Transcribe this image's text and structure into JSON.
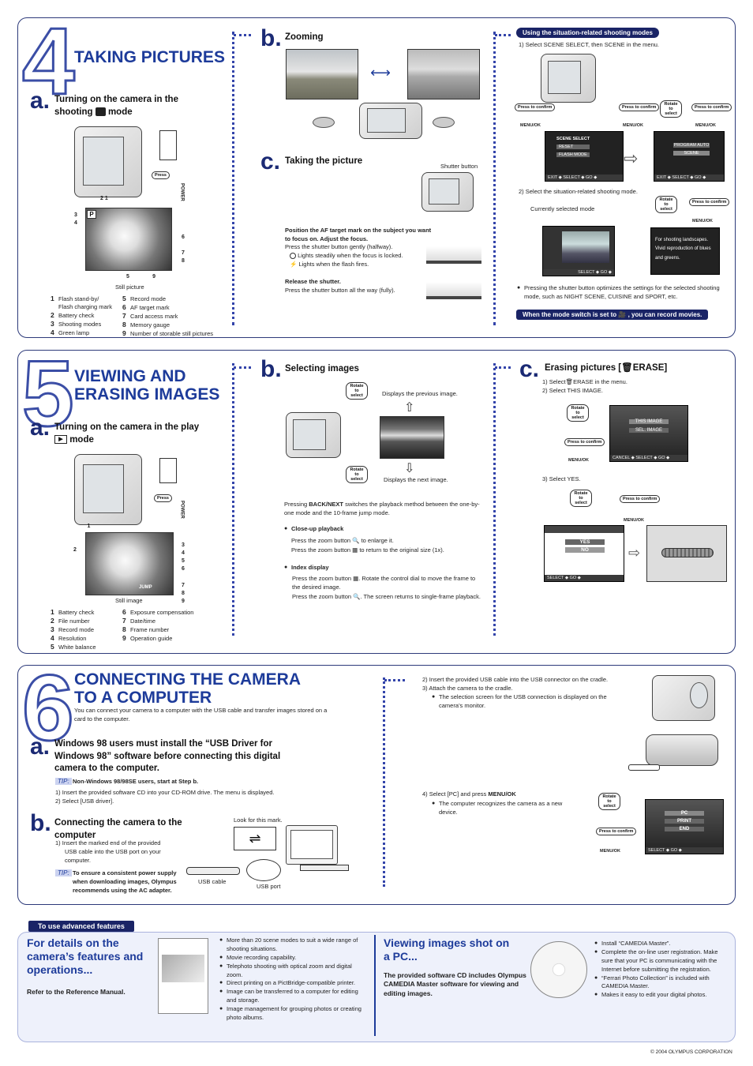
{
  "s4": {
    "num": "4",
    "title": "TAKING PICTURES",
    "a_letter": "a.",
    "a_title": "Turning on the camera in the shooting",
    "a_title2": "mode",
    "still_picture": "Still picture",
    "press": "Press",
    "power": "POWER",
    "legend_left": [
      [
        "1",
        "Flash stand-by/"
      ],
      [
        "",
        "Flash charging mark"
      ],
      [
        "2",
        "Battery check"
      ],
      [
        "3",
        "Shooting modes"
      ],
      [
        "4",
        "Green lamp"
      ]
    ],
    "legend_right": [
      [
        "5",
        "Record mode"
      ],
      [
        "6",
        "AF target mark"
      ],
      [
        "7",
        "Card access mark"
      ],
      [
        "8",
        "Memory gauge"
      ],
      [
        "9",
        "Number of storable still pictures"
      ]
    ],
    "b_letter": "b.",
    "b_title": "Zooming",
    "c_letter": "c.",
    "c_title": "Taking the picture",
    "shutter_button": "Shutter button",
    "c_bold1": "Position the AF target mark on the subject you want to focus on. Adjust the focus.",
    "c_t1": "Press the shutter button gently (halfway).",
    "c_t2": "Lights steadily when the focus is locked.",
    "c_t3": "Lights when the flash fires.",
    "c_bold2": "Release the shutter.",
    "c_t4": "Press the shutter button all the way (fully).",
    "scene_pill": "Using the situation-related shooting modes",
    "scene1": "1)   Select SCENE SELECT, then SCENE in the menu.",
    "scene2": "2)   Select the situation-related shooting mode.",
    "currently": "Currently selected mode",
    "menu_items": [
      "SCENE SELECT",
      "RESET",
      "FLASH MODE"
    ],
    "menu_right": [
      "PROGRAM AUTO",
      "SCENE"
    ],
    "landscape": "For shooting landscapes. Vivid reproduction of blues and greens.",
    "scene_bullet": "Pressing the shutter button optimizes the settings for the selected shooting mode, such as NIGHT SCENE, CUISINE and SPORT, etc.",
    "movie_pill_a": "When the mode switch is set to",
    "movie_pill_b": ", you can record movies.",
    "press_confirm": "Press to confirm",
    "rotate_select": "Rotate to select",
    "menuok": "MENU/OK"
  },
  "s5": {
    "num": "5",
    "title": "VIEWING AND ERASING IMAGES",
    "a_letter": "a.",
    "a_title": "Turning on the camera in the play",
    "a_title2": "mode",
    "still_image": "Still image",
    "legend_left": [
      [
        "1",
        "Battery check"
      ],
      [
        "2",
        "File number"
      ],
      [
        "3",
        "Record mode"
      ],
      [
        "4",
        "Resolution"
      ],
      [
        "5",
        "White balance"
      ]
    ],
    "legend_right": [
      [
        "6",
        "Exposure compensation"
      ],
      [
        "7",
        "Date/time"
      ],
      [
        "8",
        "Frame number"
      ],
      [
        "9",
        "Operation guide"
      ]
    ],
    "b_letter": "b.",
    "b_title": "Selecting images",
    "prev": "Displays the previous image.",
    "next": "Displays the next image.",
    "b_t1a": "Pressing ",
    "b_t1b": "BACK/NEXT",
    "b_t1c": " switches the playback method between the one-by-one mode and the 10-frame jump mode.",
    "closeup": "Close-up playback",
    "cu1": "Press the zoom button",
    "cu1b": "to enlarge it.",
    "cu2": "Press the zoom button",
    "cu2b": "to return to the original size (1x).",
    "index": "Index display",
    "ix1": "Press the zoom button",
    "ix1b": ". Rotate the control dial to move the frame to the desired image.",
    "ix2": "Press the zoom button",
    "ix2b": ". The screen returns to single-frame playback.",
    "c_letter": "c.",
    "c_title": "Erasing pictures [",
    "c_title2": "ERASE]",
    "e1": "1)   Select",
    "e1b": "ERASE in the menu.",
    "e2": "2)   Select THIS IMAGE.",
    "e3": "3)   Select YES.",
    "erase_menu": [
      "THIS IMAGE",
      "SEL. IMAGE"
    ],
    "yesno": [
      "YES",
      "NO"
    ],
    "jump": "JUMP"
  },
  "s6": {
    "num": "6",
    "title": "CONNECTING THE CAMERA TO A COMPUTER",
    "intro": "You can connect your camera to a computer with the USB cable and transfer images stored on a card to the computer.",
    "a_letter": "a.",
    "a_title": "Windows 98 users must install the “USB Driver for Windows 98” software before connecting this digital camera to the computer.",
    "tip": "TIP:",
    "tip1": "Non-Windows 98/98SE users, start at Step b.",
    "a1": "1)   Insert the provided software CD into your CD-ROM drive. The menu is displayed.",
    "a2": "2)   Select [USB driver].",
    "b_letter": "b.",
    "b_title": "Connecting the camera to the computer",
    "b1": "1)   Insert the marked end of the provided USB cable into the USB port on your computer.",
    "tip2": "To ensure a consistent power supply when downloading images, Olympus recommends using the AC adapter.",
    "look": "Look for this mark.",
    "usb_cable": "USB cable",
    "usb_port": "USB port",
    "r2": "2)   Insert the provided USB cable into the USB connector on the cradle.",
    "r3": "3)   Attach the camera to the cradle.",
    "r3b": "The selection screen for the USB connection is displayed on the camera’s monitor.",
    "r4a": "4)   Select [PC] and press ",
    "r4b": "MENU/OK",
    "r4c": "The computer recognizes the camera as a new device.",
    "usb_menu": [
      "PC",
      "PRINT",
      "END"
    ]
  },
  "adv": {
    "pill": "To use advanced features",
    "h1": "For details on the camera’s features and operations...",
    "ref": "Refer to the Reference Manual.",
    "bullets1": [
      "More than 20 scene modes to suit a wide range of shooting situations.",
      "Movie recording capability.",
      "Telephoto shooting with optical zoom and digital zoom.",
      "Direct printing on a PictBridge-compatible printer.",
      "Image can be transferred to a computer for editing and storage.",
      "Image management for grouping photos or creating photo albums."
    ],
    "h2": "Viewing images shot on a PC...",
    "cd": "The provided software CD includes Olympus CAMEDIA Master software for viewing and editing images.",
    "bullets2": [
      "Install “CAMEDIA Master”.",
      "Complete the on-line user registration. Make sure that your PC is communicating with the Internet before submitting the registration.",
      "“Ferrari Photo Collection” is included with CAMEDIA Master.",
      "Makes it easy to edit your digital photos."
    ]
  },
  "footer": "© 2004 OLYMPUS CORPORATION"
}
